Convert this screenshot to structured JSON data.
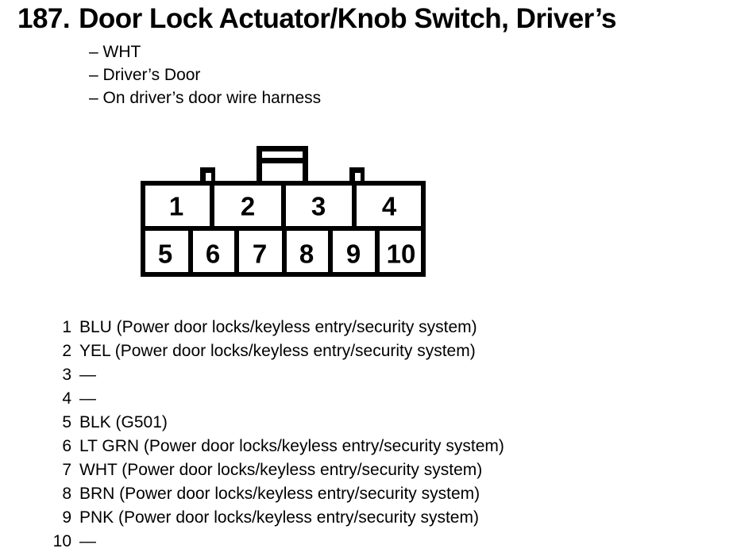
{
  "title": {
    "number": "187.",
    "text": "Door Lock Actuator/Knob Switch, Driver’s"
  },
  "details": [
    "– WHT",
    "– Driver’s Door",
    "– On driver’s door wire harness"
  ],
  "connector": {
    "top_row": [
      "1",
      "2",
      "3",
      "4"
    ],
    "bottom_row": [
      "5",
      "6",
      "7",
      "8",
      "9",
      "10"
    ]
  },
  "pins": [
    {
      "num": "1",
      "desc": "BLU (Power door locks/keyless entry/security system)"
    },
    {
      "num": "2",
      "desc": "YEL (Power door locks/keyless entry/security system)"
    },
    {
      "num": "3",
      "desc": "—"
    },
    {
      "num": "4",
      "desc": "—"
    },
    {
      "num": "5",
      "desc": "BLK (G501)"
    },
    {
      "num": "6",
      "desc": "LT GRN (Power door locks/keyless entry/security system)"
    },
    {
      "num": "7",
      "desc": "WHT (Power door locks/keyless entry/security system)"
    },
    {
      "num": "8",
      "desc": "BRN (Power door locks/keyless entry/security system)"
    },
    {
      "num": "9",
      "desc": "PNK (Power door locks/keyless entry/security system)"
    },
    {
      "num": "10",
      "desc": "—"
    }
  ],
  "colors": {
    "ink": "#000000",
    "paper": "#ffffff"
  }
}
